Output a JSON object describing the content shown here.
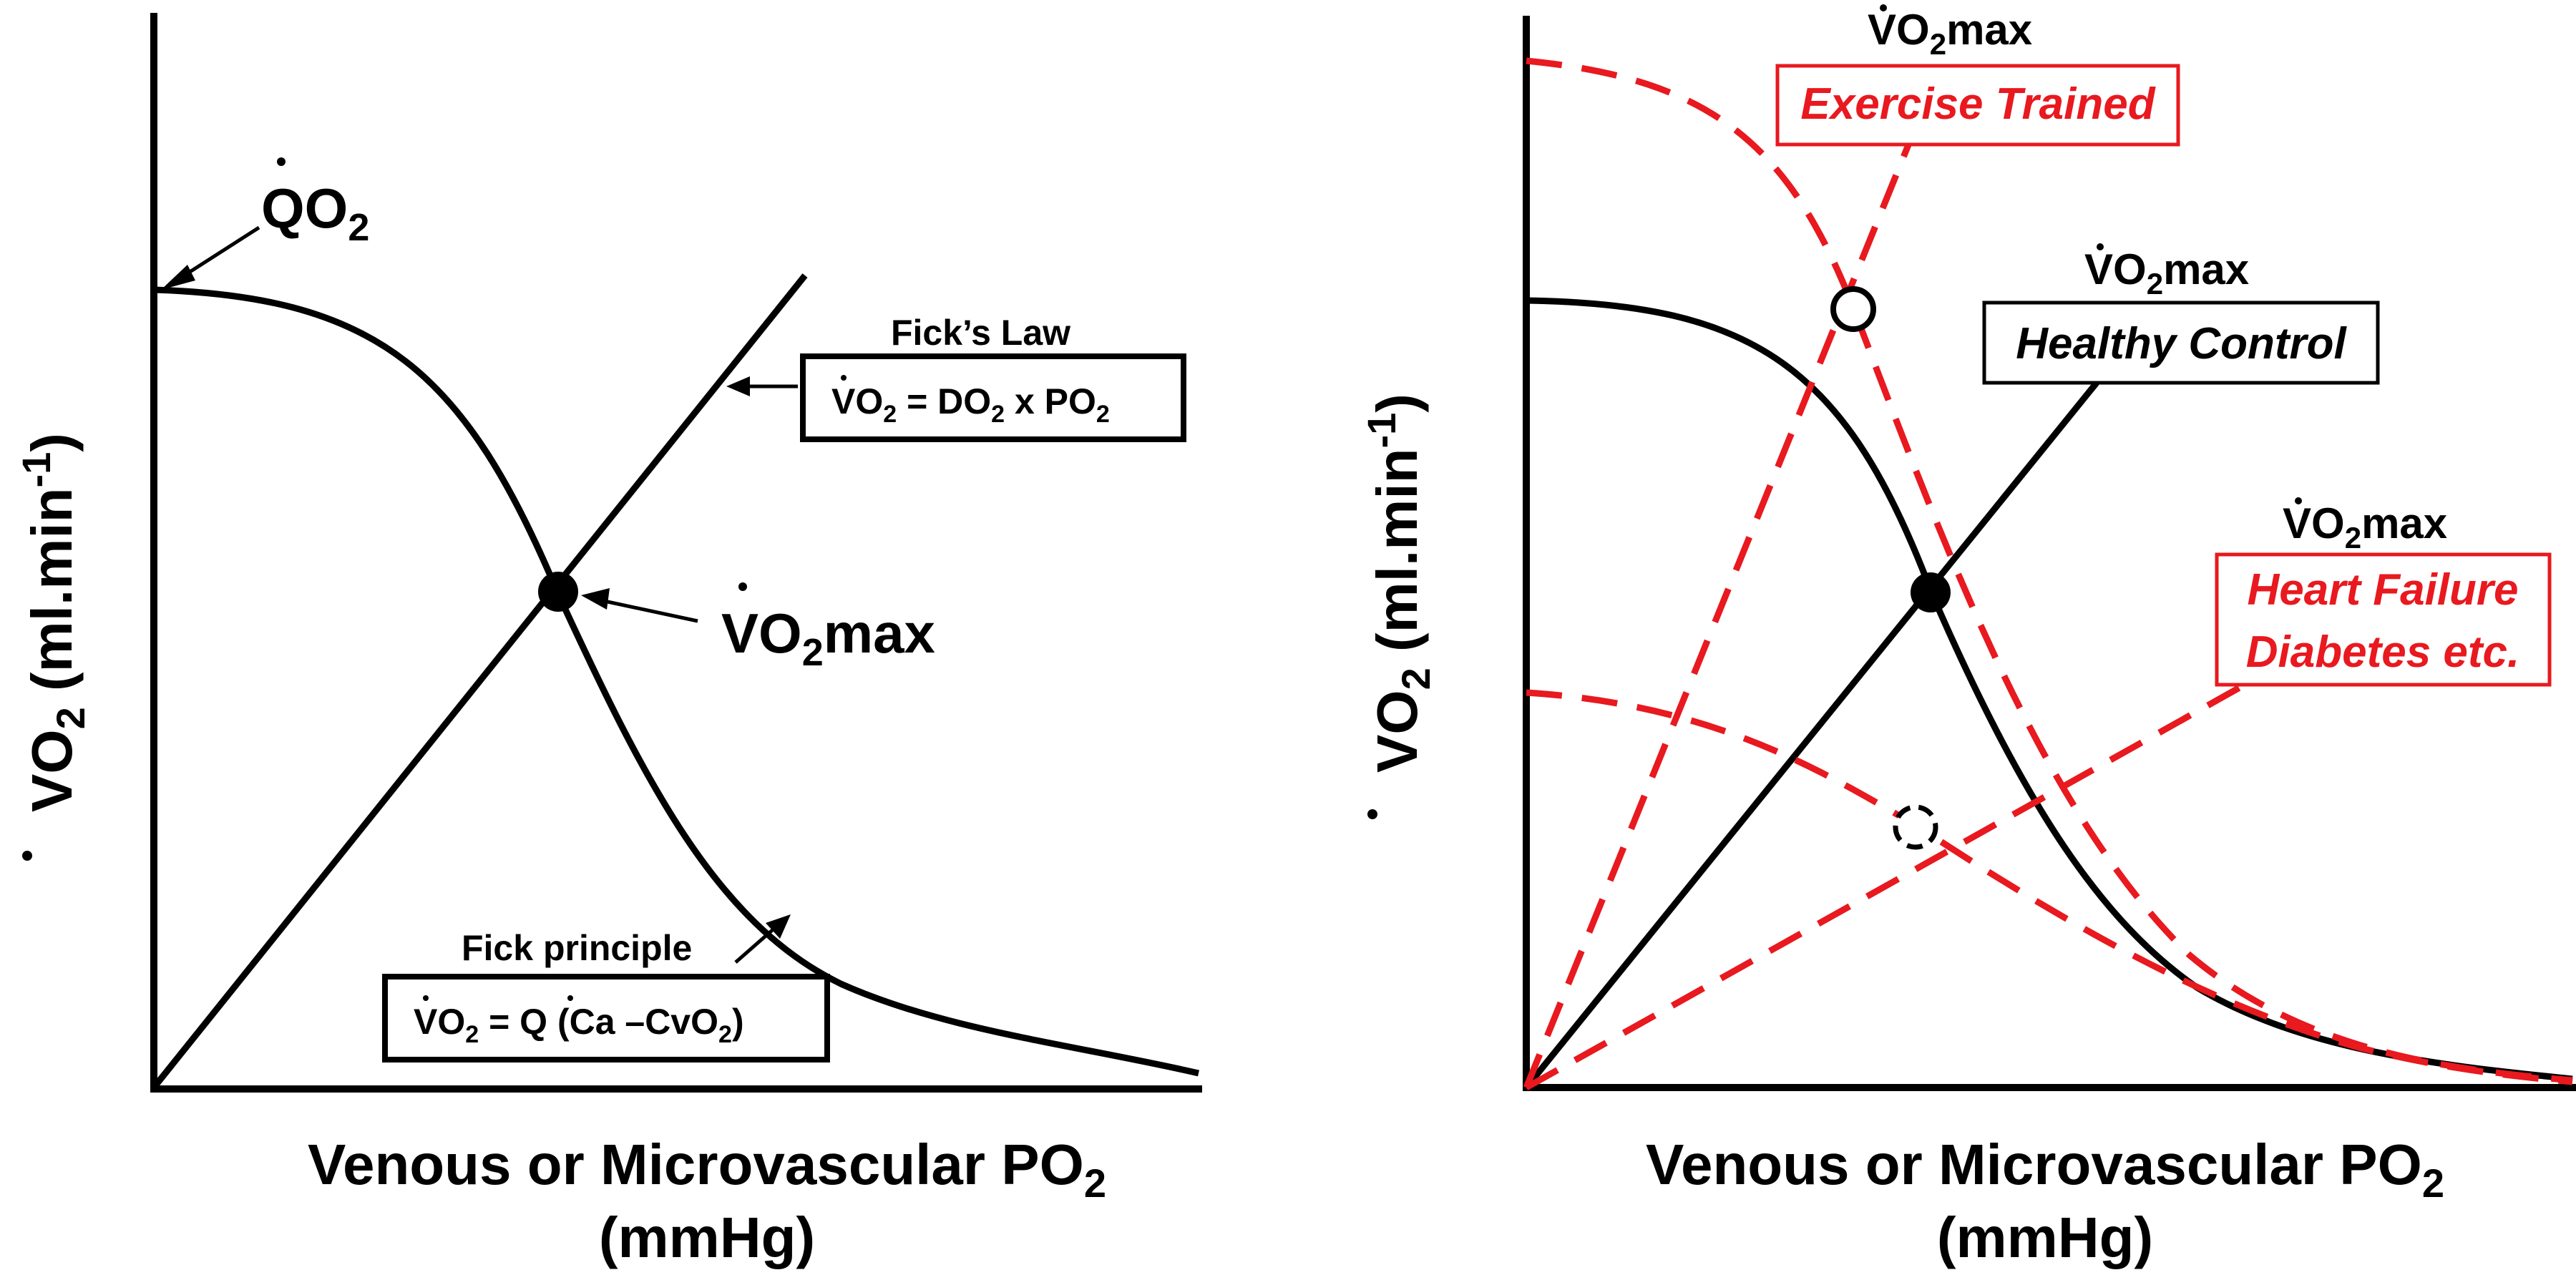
{
  "colors": {
    "black": "#000000",
    "red": "#e8191f",
    "background": "#ffffff"
  },
  "left_panel": {
    "y_axis_label": "VO",
    "y_axis_label_sub": "2",
    "y_axis_label_unit": " (ml.min",
    "y_axis_label_sup": "-1",
    "y_axis_label_close": ")",
    "x_axis_label_line1": "Venous or Microvascular PO",
    "x_axis_label_line1_sub": "2",
    "x_axis_label_line2": "(mmHg)",
    "qo2_label": "QO",
    "qo2_sub": "2",
    "vo2max_label": "VO",
    "vo2max_sub": "2",
    "vo2max_suffix": "max",
    "ficks_law_title": "Fick’s Law",
    "ficks_law_eq_a": "VO",
    "ficks_law_eq_a_sub": "2",
    "ficks_law_eq_b": " = DO",
    "ficks_law_eq_b_sub": "2",
    "ficks_law_eq_c": " x PO",
    "ficks_law_eq_c_sub": "2",
    "fick_principle_title": "Fick principle",
    "fick_principle_eq_a": "VO",
    "fick_principle_eq_a_sub": "2",
    "fick_principle_eq_b": " = Q (Ca –CvO",
    "fick_principle_eq_b_sub": "2",
    "fick_principle_eq_c": ")"
  },
  "right_panel": {
    "y_axis_label": "VO",
    "y_axis_label_sub": "2",
    "y_axis_label_unit": " (ml.min",
    "y_axis_label_sup": "-1",
    "y_axis_label_close": ")",
    "x_axis_label_line1": "Venous or Microvascular PO",
    "x_axis_label_line1_sub": "2",
    "x_axis_label_line2": "(mmHg)",
    "trained_max_label": "VO",
    "trained_max_sub": "2",
    "trained_max_suffix": "max",
    "trained_box": "Exercise Trained",
    "control_max_label": "VO",
    "control_max_sub": "2",
    "control_max_suffix": "max",
    "control_box": "Healthy Control",
    "hf_max_label": "VO",
    "hf_max_sub": "2",
    "hf_max_suffix": "max",
    "hf_box_line1": "Heart Failure",
    "hf_box_line2": "Diabetes etc."
  }
}
